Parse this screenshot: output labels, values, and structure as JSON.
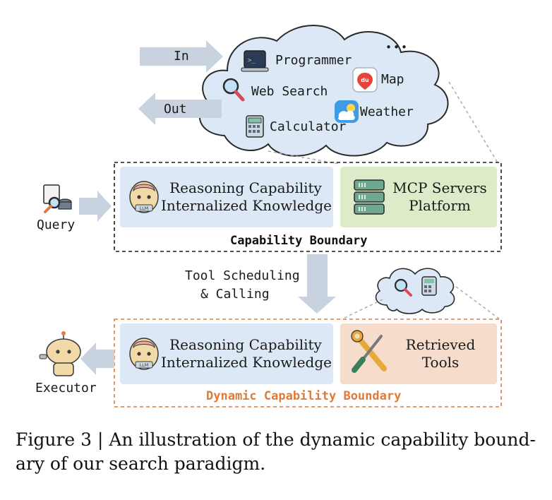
{
  "cloud_top": {
    "in_label": "In",
    "out_label": "Out",
    "ellipsis": "•••",
    "tools": [
      "Programmer",
      "Map",
      "Web Search",
      "Weather",
      "Calculator"
    ],
    "map_icon_text": "du"
  },
  "query_label": "Query",
  "box1": {
    "left_line1": "Reasoning Capability",
    "left_line2": "Internalized Knowledge",
    "right_line1": "MCP Servers",
    "right_line2": "Platform",
    "boundary_label": "Capability Boundary"
  },
  "scheduling_line1": "Tool Scheduling",
  "scheduling_line2": "& Calling",
  "box2": {
    "left_line1": "Reasoning Capability",
    "left_line2": "Internalized Knowledge",
    "right_line1": "Retrieved",
    "right_line2": "Tools",
    "boundary_label": "Dynamic Capability Boundary"
  },
  "executor_label": "Executor",
  "llm_badge": "LLM",
  "caption_line1": "Figure 3 | An illustration of the dynamic capability bound-",
  "caption_line2": "ary of our search paradigm.",
  "colors": {
    "cloud_fill": "#dce8f6",
    "cloud_stroke": "#2a2a2a",
    "arrow": "#c9d3df",
    "blue_box": "#dce8f6",
    "green_box": "#dcecc8",
    "peach_box": "#f6dccb",
    "dynamic_orange": "#e07a38"
  }
}
